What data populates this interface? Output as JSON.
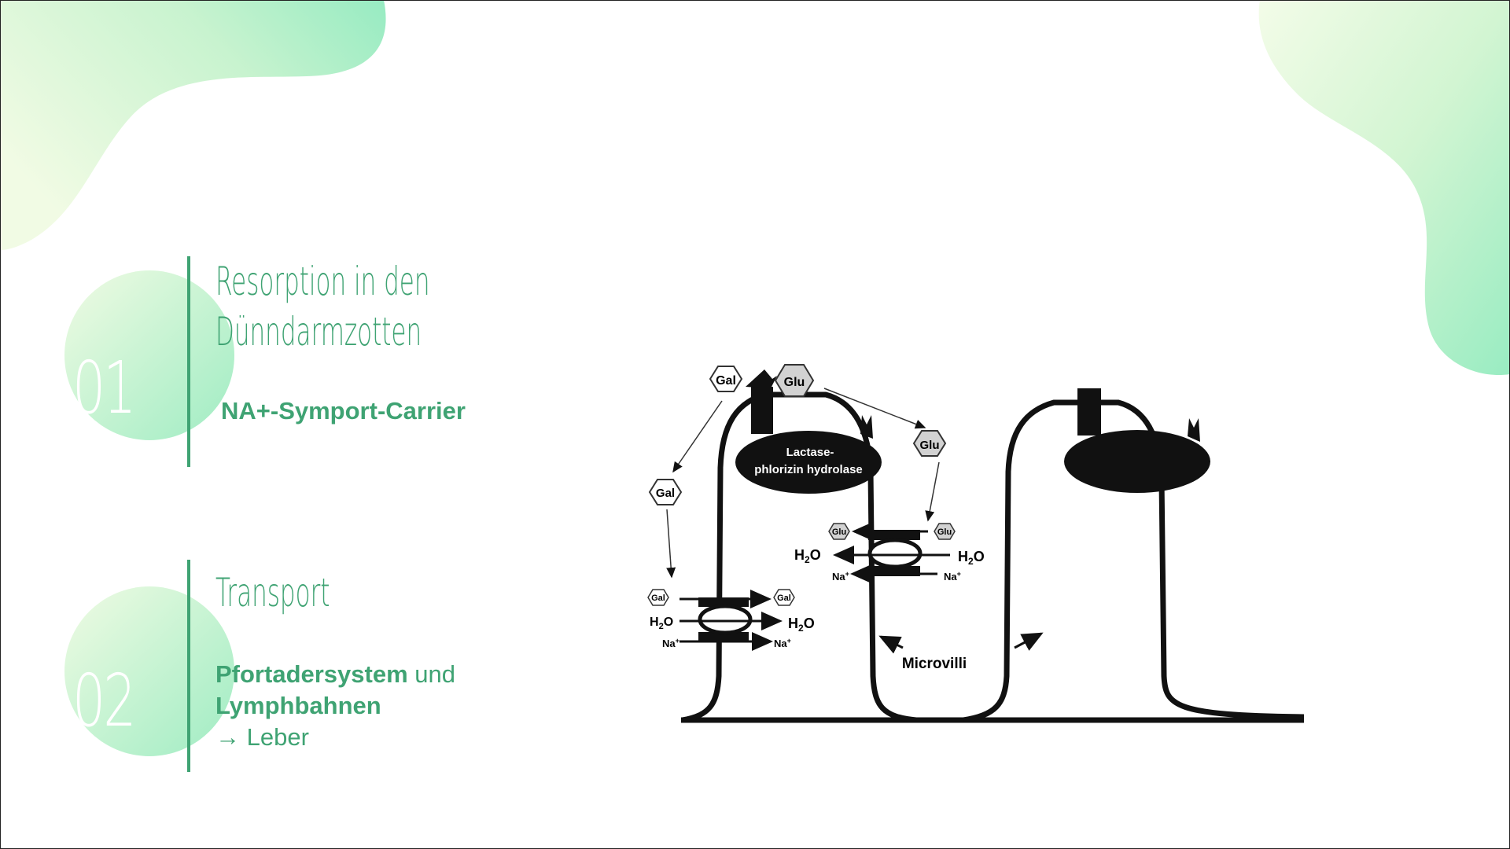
{
  "colors": {
    "accent": "#3fa373",
    "blob_light": "#eefbe3",
    "blob_mid": "#c9f4cf",
    "blob_strong": "#99ecc2"
  },
  "sections": [
    {
      "number": "01",
      "heading_lines": [
        "Resorption in den",
        "Dünndarmzotten"
      ],
      "subtitle": "NA+-Symport-Carrier"
    },
    {
      "number": "02",
      "heading_lines": [
        "Transport"
      ],
      "subtitle_bold_1": "Pfortadersystem",
      "subtitle_plain_1": " und",
      "subtitle_bold_2": "Lymphbahnen",
      "subtitle_arrow": "→",
      "subtitle_plain_2": " Leber"
    }
  ],
  "diagram": {
    "enzyme_label_1": "Lactase-",
    "enzyme_label_2": "phlorizin hydrolase",
    "gal": "Gal",
    "glu": "Glu",
    "h2o_h": "H",
    "h2o_sub": "2",
    "h2o_o": "O",
    "na": "Na",
    "na_sup": "+",
    "microvilli": "Microvilli"
  }
}
